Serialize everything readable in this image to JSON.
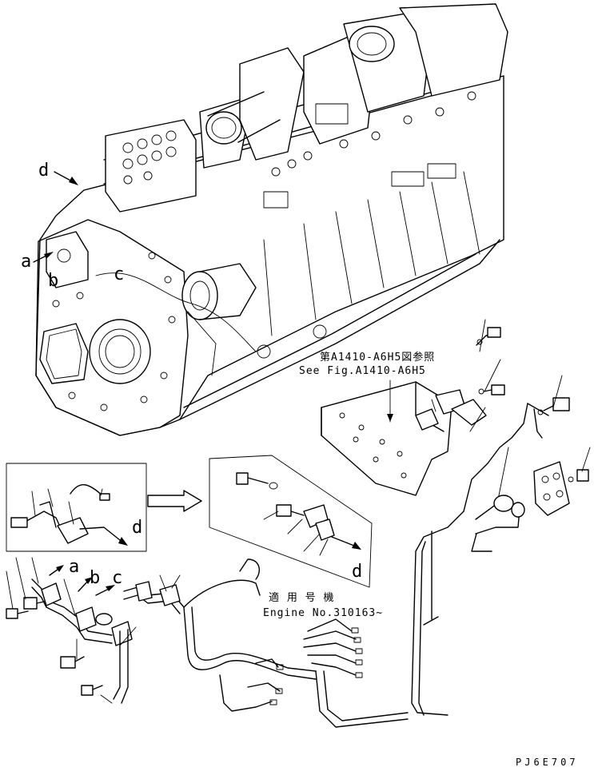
{
  "callout_letters": {
    "d_top": "d",
    "a_left": "a",
    "b_left": "b",
    "c_left": "c",
    "d_inset_left": "d",
    "d_inset_right": "d",
    "a_harness": "a",
    "b_harness": "b",
    "c_harness": "c"
  },
  "reference": {
    "line1": "第A1410-A6H5図参照",
    "line2": "See Fig.A1410-A6H5"
  },
  "applicability": {
    "line1": "適 用 号 機",
    "line2": "Engine No.310163~"
  },
  "drawing_id": "PJ6E707"
}
